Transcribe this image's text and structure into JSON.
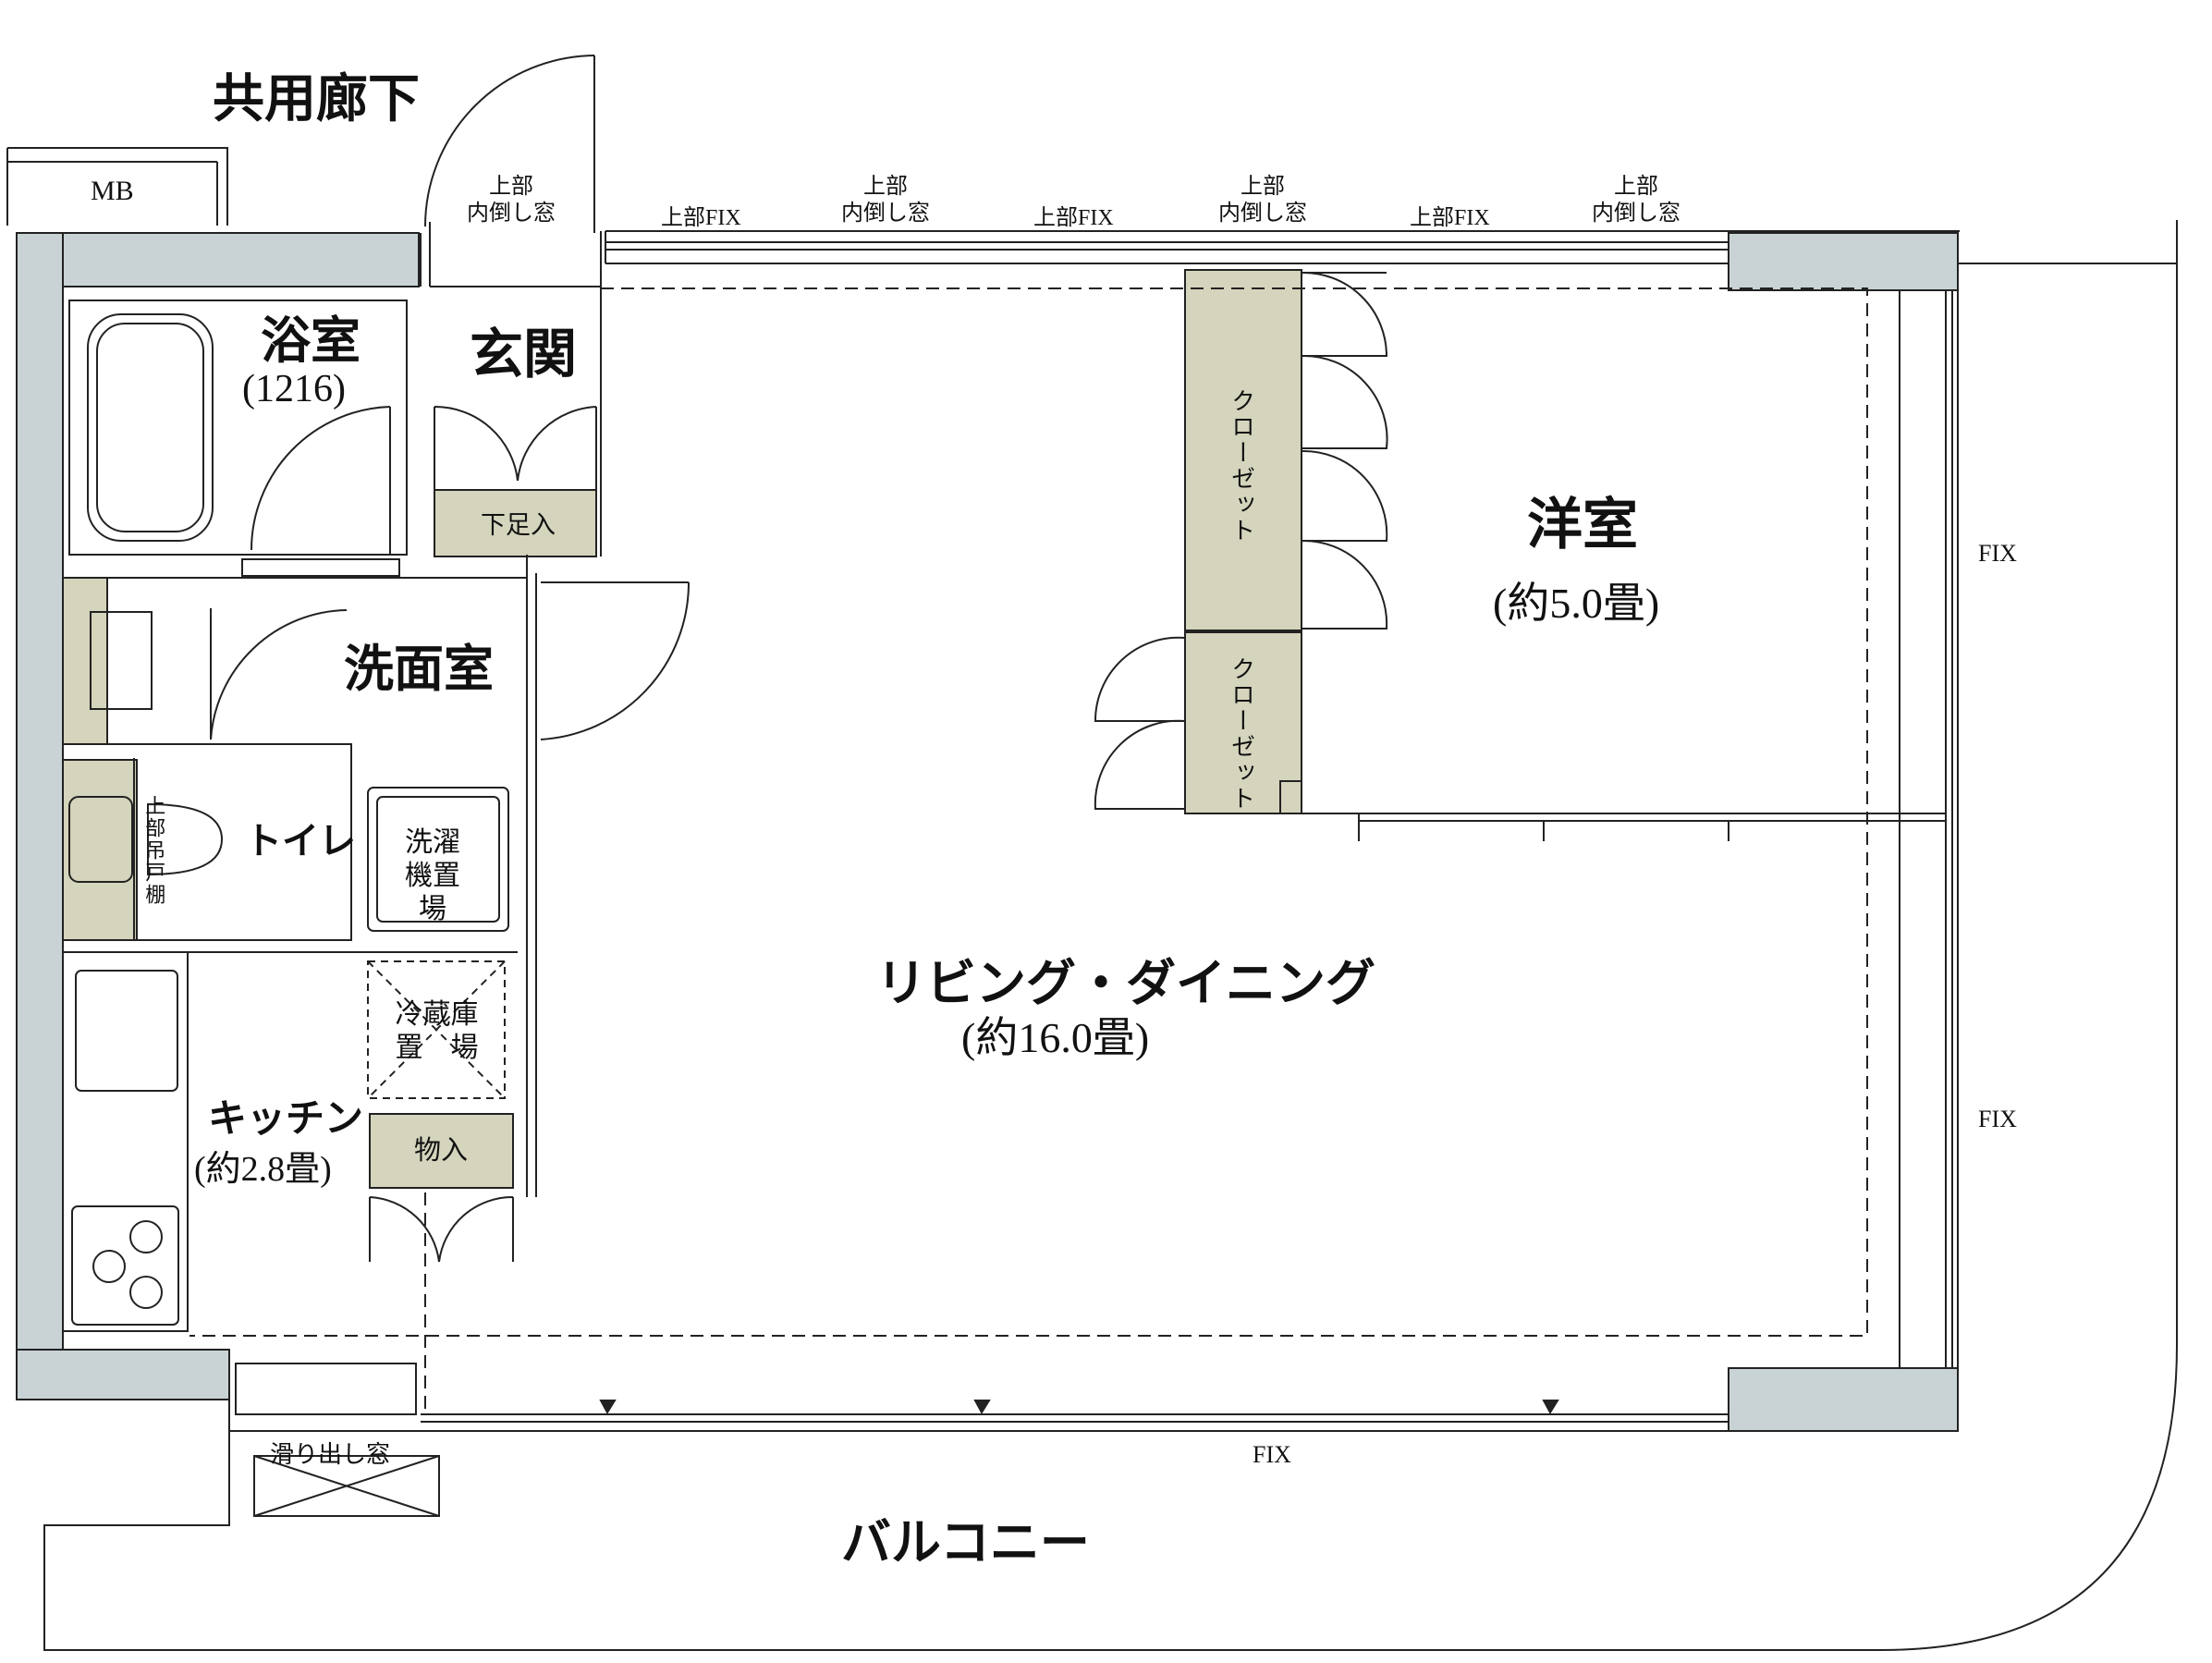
{
  "colors": {
    "wall": "#c9d3d6",
    "storage": "#d5d4bc",
    "line": "#222222",
    "background": "#ffffff"
  },
  "labels": {
    "corridor": "共用廊下",
    "mb": "MB",
    "bath": "浴室",
    "bath_size": "(1216)",
    "entrance": "玄関",
    "shoe_box": "下足入",
    "washroom": "洗面室",
    "toilet": "トイレ",
    "upper_cabinet": "上部吊戸棚",
    "washer": "洗濯機置　場",
    "fridge": "冷蔵庫置　場",
    "storage": "物入",
    "kitchen": "キッチン",
    "kitchen_size": "(約2.8畳)",
    "living": "リビング・ダイニング",
    "living_size": "(約16.0畳)",
    "western": "洋室",
    "western_size": "(約5.0畳)",
    "closet": "クローゼット",
    "balcony": "バルコニー",
    "sliding_window": "滑り出し窓",
    "fix": "FIX"
  },
  "top_windows": [
    "上部\n内倒し窓",
    "上部FIX",
    "上部\n内倒し窓",
    "上部FIX",
    "上部\n内倒し窓",
    "上部FIX",
    "上部\n内倒し窓"
  ]
}
